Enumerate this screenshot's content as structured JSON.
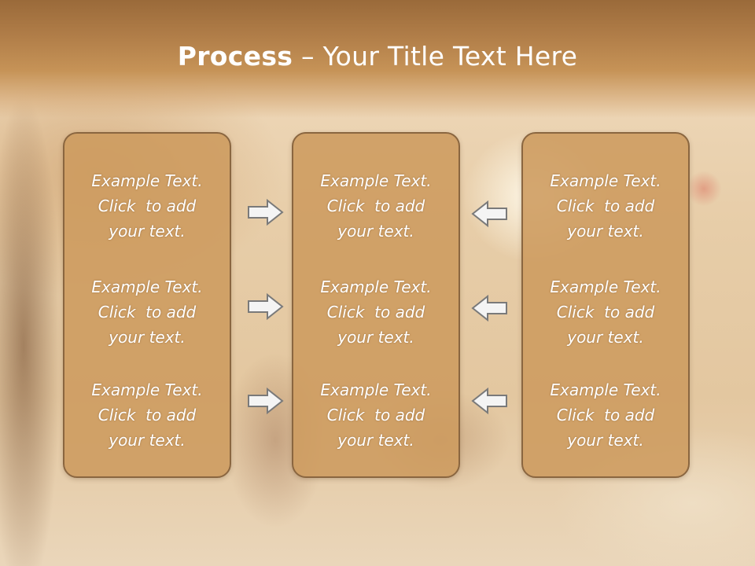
{
  "slide": {
    "title_bold": "Process",
    "title_rest": " – Your Title Text Here"
  },
  "columns": [
    {
      "id": "left",
      "items": [
        {
          "line1": "Example Text.",
          "line2": "Click  to add",
          "line3": "your text."
        },
        {
          "line1": "Example Text.",
          "line2": "Click  to add",
          "line3": "your text."
        },
        {
          "line1": "Example Text.",
          "line2": "Click  to add",
          "line3": "your text."
        }
      ]
    },
    {
      "id": "middle",
      "items": [
        {
          "line1": "Example Text.",
          "line2": "Click  to add",
          "line3": "your text."
        },
        {
          "line1": "Example Text.",
          "line2": "Click  to add",
          "line3": "your text."
        },
        {
          "line1": "Example Text.",
          "line2": "Click  to add",
          "line3": "your text."
        }
      ]
    },
    {
      "id": "right",
      "items": [
        {
          "line1": "Example Text.",
          "line2": "Click  to add",
          "line3": "your text."
        },
        {
          "line1": "Example Text.",
          "line2": "Click  to add",
          "line3": "your text."
        },
        {
          "line1": "Example Text.",
          "line2": "Click  to add",
          "line3": "your text."
        }
      ]
    }
  ],
  "arrows": {
    "left_set": {
      "direction": "right",
      "icon": "arrow-right-icon"
    },
    "right_set": {
      "direction": "left",
      "icon": "arrow-left-icon"
    }
  },
  "colors": {
    "panel_fill": "#cd9b5f",
    "panel_border": "#8a6640",
    "title_bar": "#b07d48",
    "text": "#ffffff",
    "arrow_fill": "#f4f4f4",
    "arrow_stroke": "#7a7a7a"
  }
}
